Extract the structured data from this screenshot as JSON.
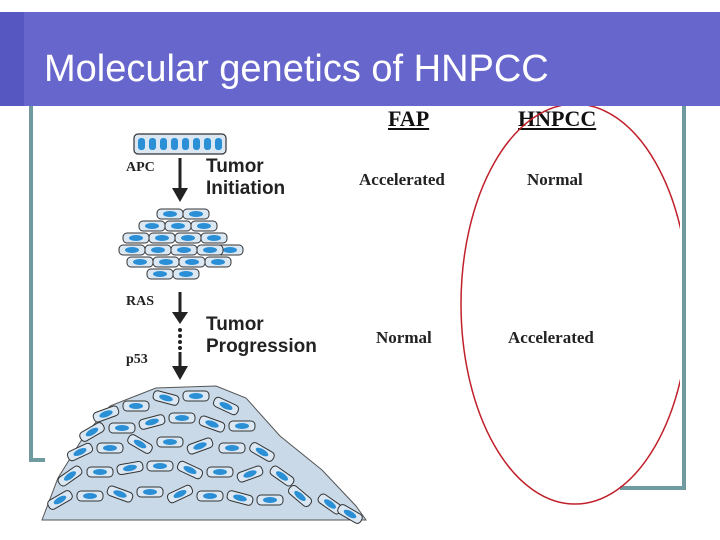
{
  "slide": {
    "title": "Molecular genetics of HNPCC"
  },
  "columns": {
    "fap": "FAP",
    "hnpcc": "HNPCC"
  },
  "rows": [
    {
      "fap": "Accelerated",
      "hnpcc": "Normal"
    },
    {
      "fap": "Normal",
      "hnpcc": "Accelerated"
    }
  ],
  "genes": {
    "apc": "APC",
    "ras": "RAS",
    "p53": "p53"
  },
  "stages": {
    "initiation_line1": "Tumor",
    "initiation_line2": "Initiation",
    "progression_line1": "Tumor",
    "progression_line2": "Progression"
  },
  "colors": {
    "title_bar": "#6666cc",
    "cell_fill": "#2b8fd6",
    "highlight_ellipse": "#c0202a",
    "frame": "#6f9aa0"
  }
}
